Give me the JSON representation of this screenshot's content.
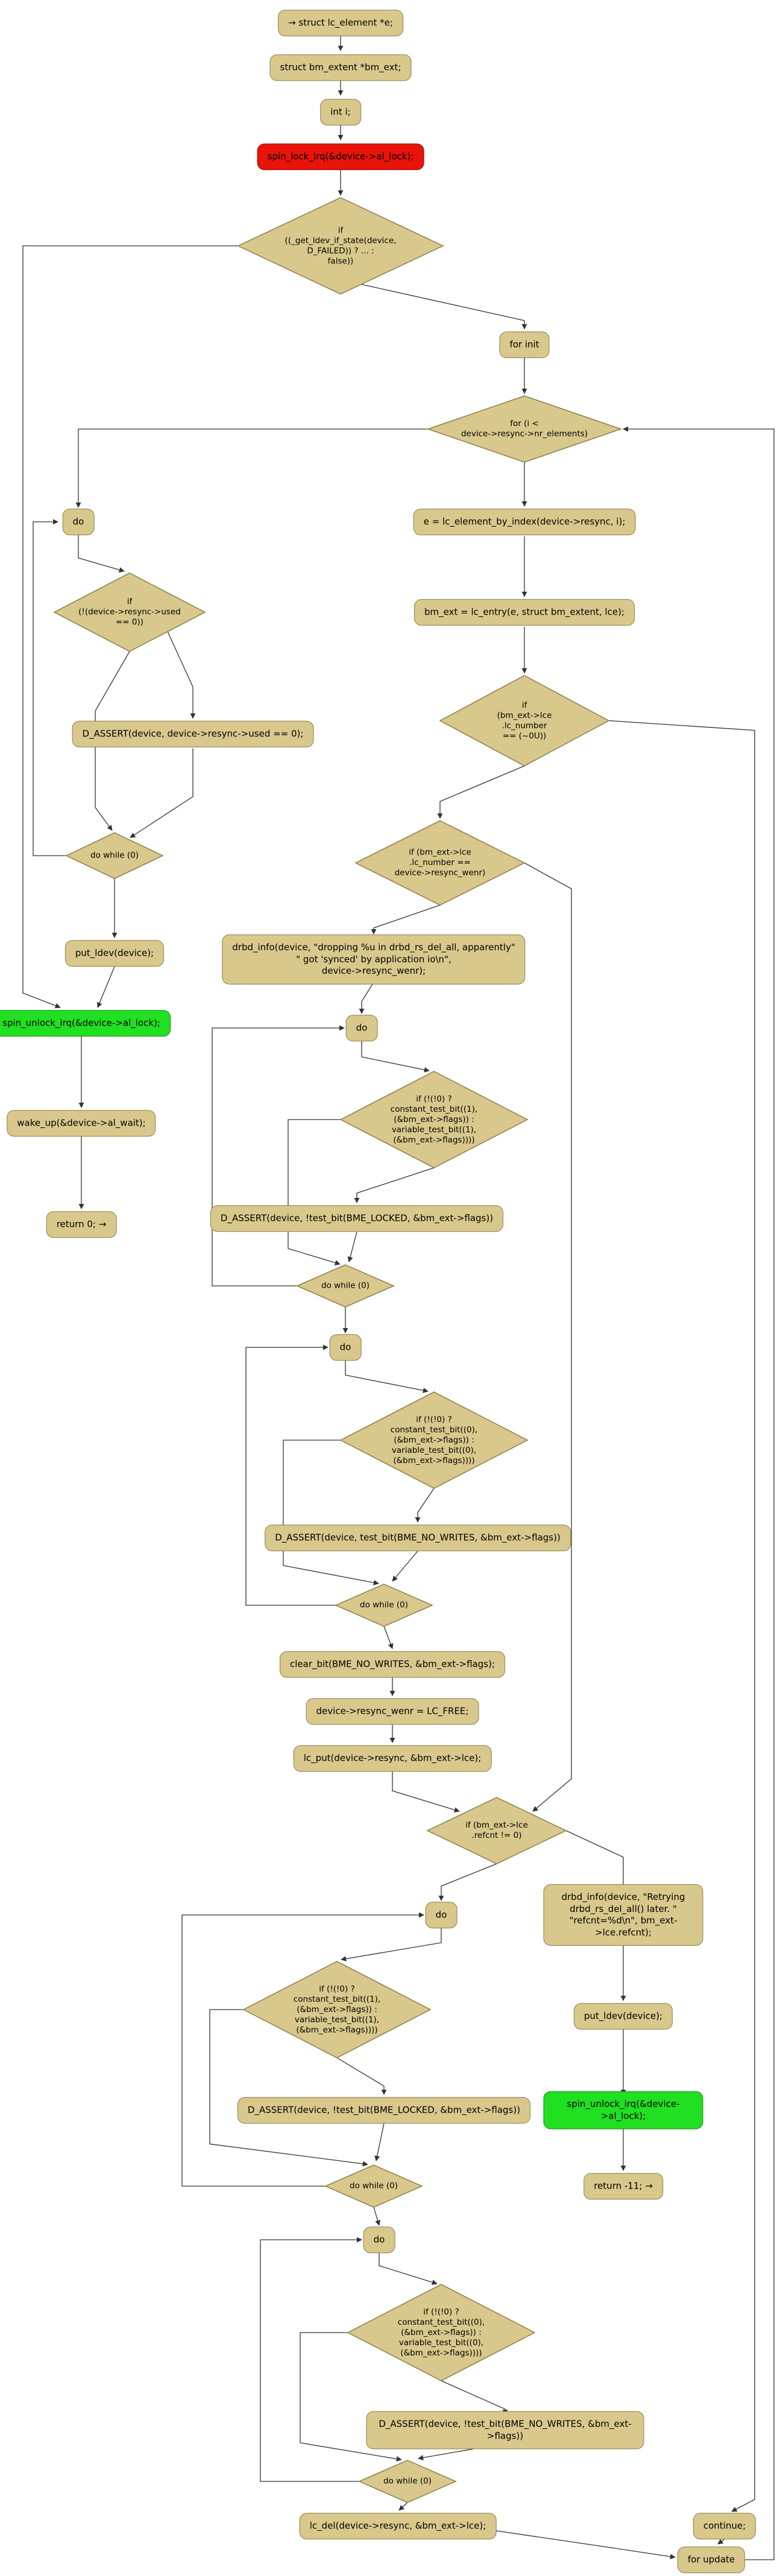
{
  "diagram": {
    "function": "drbd_rs_del_all control flow",
    "colors": {
      "node_fill": "#d8c88b",
      "node_border": "#8a7d4a",
      "lock_fill": "#e81309",
      "unlock_fill": "#21df21",
      "edge_color": "#333333",
      "background": "#ffffff"
    },
    "nodes": {
      "n1": {
        "type": "process",
        "label": "→ struct lc_element *e;"
      },
      "n2": {
        "type": "process",
        "label": "struct bm_extent *bm_ext;"
      },
      "n3": {
        "type": "process",
        "label": "int i;"
      },
      "n4": {
        "type": "lock",
        "label": "spin_lock_irq(&device->al_lock);"
      },
      "n5": {
        "type": "decision",
        "label": "if\n((_get_ldev_if_state(device,\nD_FAILED)) ? ... :\nfalse))"
      },
      "n6": {
        "type": "process",
        "label": "for init"
      },
      "n7": {
        "type": "decision",
        "label": "for (i <\ndevice->resync->nr_elements)"
      },
      "n8": {
        "type": "process",
        "label": "do"
      },
      "n9": {
        "type": "process",
        "label": "e = lc_element_by_index(device->resync, i);"
      },
      "n10": {
        "type": "process",
        "label": "bm_ext = lc_entry(e, struct bm_extent, lce);"
      },
      "n11": {
        "type": "decision",
        "label": "if\n(bm_ext->lce\n.lc_number\n== (~0U))"
      },
      "n12": {
        "type": "decision",
        "label": "if\n(!(device->resync->used\n== 0))"
      },
      "n13": {
        "type": "process",
        "label": "D_ASSERT(device, device->resync->used == 0);"
      },
      "n14": {
        "type": "decision",
        "label": "do while (0)"
      },
      "n15": {
        "type": "process",
        "label": "put_ldev(device);"
      },
      "n16": {
        "type": "unlock",
        "label": "spin_unlock_irq(&device->al_lock);"
      },
      "n17": {
        "type": "process",
        "label": "wake_up(&device->al_wait);"
      },
      "n18": {
        "type": "process",
        "label": "return 0; →"
      },
      "n19": {
        "type": "decision",
        "label": "if (bm_ext->lce\n.lc_number ==\ndevice->resync_wenr)"
      },
      "n20": {
        "type": "process",
        "label": "drbd_info(device, \"dropping %u in drbd_rs_del_all, apparently\"\n\" got 'synced' by application io\\n\",\ndevice->resync_wenr);"
      },
      "n21": {
        "type": "process",
        "label": "do"
      },
      "n22": {
        "type": "decision",
        "label": "if (!(!0) ?\nconstant_test_bit((1),\n(&bm_ext->flags)) :\nvariable_test_bit((1),\n(&bm_ext->flags))))"
      },
      "n23": {
        "type": "process",
        "label": "D_ASSERT(device, !test_bit(BME_LOCKED, &bm_ext->flags))"
      },
      "n24": {
        "type": "decision",
        "label": "do while (0)"
      },
      "n25": {
        "type": "process",
        "label": "do"
      },
      "n26": {
        "type": "decision",
        "label": "if (!(!0) ?\nconstant_test_bit((0),\n(&bm_ext->flags)) :\nvariable_test_bit((0),\n(&bm_ext->flags))))"
      },
      "n27": {
        "type": "process",
        "label": "D_ASSERT(device, test_bit(BME_NO_WRITES, &bm_ext->flags))"
      },
      "n28": {
        "type": "decision",
        "label": "do while (0)"
      },
      "n29": {
        "type": "process",
        "label": "clear_bit(BME_NO_WRITES, &bm_ext->flags);"
      },
      "n30": {
        "type": "process",
        "label": "device->resync_wenr = LC_FREE;"
      },
      "n31": {
        "type": "process",
        "label": "lc_put(device->resync, &bm_ext->lce);"
      },
      "n32": {
        "type": "decision",
        "label": "if (bm_ext->lce\n.refcnt != 0)"
      },
      "n33": {
        "type": "process",
        "label": "do"
      },
      "n34": {
        "type": "process",
        "label": "drbd_info(device, \"Retrying drbd_rs_del_all() later. \"\n\"refcnt=%d\\n\", bm_ext->lce.refcnt);"
      },
      "n35": {
        "type": "decision",
        "label": "if (!(!0) ?\nconstant_test_bit((1),\n(&bm_ext->flags)) :\nvariable_test_bit((1),\n(&bm_ext->flags))))"
      },
      "n36": {
        "type": "process",
        "label": "put_ldev(device);"
      },
      "n37": {
        "type": "process",
        "label": "D_ASSERT(device, !test_bit(BME_LOCKED, &bm_ext->flags))"
      },
      "n38": {
        "type": "unlock",
        "label": "spin_unlock_irq(&device->al_lock);"
      },
      "n39": {
        "type": "decision",
        "label": "do while (0)"
      },
      "n40": {
        "type": "process",
        "label": "return -11; →"
      },
      "n41": {
        "type": "process",
        "label": "do"
      },
      "n42": {
        "type": "decision",
        "label": "if (!(!0) ?\nconstant_test_bit((0),\n(&bm_ext->flags)) :\nvariable_test_bit((0),\n(&bm_ext->flags))))"
      },
      "n43": {
        "type": "process",
        "label": "D_ASSERT(device, !test_bit(BME_NO_WRITES, &bm_ext->flags))"
      },
      "n44": {
        "type": "decision",
        "label": "do while (0)"
      },
      "n45": {
        "type": "process",
        "label": "lc_del(device->resync, &bm_ext->lce);"
      },
      "n46": {
        "type": "process",
        "label": "continue;"
      },
      "n47": {
        "type": "process",
        "label": "for update"
      }
    }
  }
}
